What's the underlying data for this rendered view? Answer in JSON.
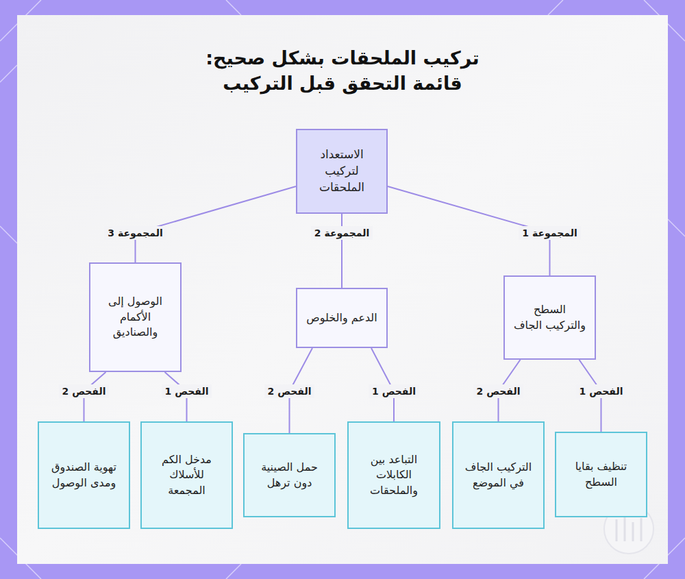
{
  "diagram": {
    "title": "تركيب الملحقات بشكل صحيح: قائمة التحقق قبل التركيب",
    "nodes": [
      {
        "text": [
          "الاستعداد لتركيب الملحقات"
        ]
      },
      {
        "text": [
          "السطح والتركيب الجاف"
        ]
      },
      {
        "text": [
          "الدعم والخلوص"
        ]
      },
      {
        "text": [
          "الوصول إلى الأكمام والصناديق"
        ]
      },
      {
        "text": [
          "تنظيف بقايا السطح"
        ]
      },
      {
        "text": [
          "التركيب الجاف في الموضع"
        ]
      },
      {
        "text": [
          "التباعد بين الكابلات والملحقات"
        ]
      },
      {
        "text": [
          "حمل الصينية دون ترهل"
        ]
      },
      {
        "text": [
          "مدخل الكم للأسلاك المجمعة"
        ]
      },
      {
        "text": [
          "تهوية الصندوق ومدى الوصول"
        ]
      }
    ],
    "edges": [
      {
        "from": 0,
        "to": 1,
        "label": "المجموعة 1",
        "arrow": "none"
      },
      {
        "from": 0,
        "to": 2,
        "label": "المجموعة 2",
        "arrow": "none"
      },
      {
        "from": 0,
        "to": 3,
        "label": "المجموعة 3",
        "arrow": "none"
      },
      {
        "from": 1,
        "to": 4,
        "label": "الفحص 1",
        "arrow": "none"
      },
      {
        "from": 1,
        "to": 5,
        "label": "الفحص 2",
        "arrow": "none"
      },
      {
        "from": 2,
        "to": 6,
        "label": "الفحص 1",
        "arrow": "none"
      },
      {
        "from": 2,
        "to": 7,
        "label": "الفحص 2",
        "arrow": "none"
      },
      {
        "from": 3,
        "to": 8,
        "label": "الفحص 1",
        "arrow": "none"
      },
      {
        "from": 3,
        "to": 9,
        "label": "الفحص 2",
        "arrow": "none"
      }
    ]
  }
}
